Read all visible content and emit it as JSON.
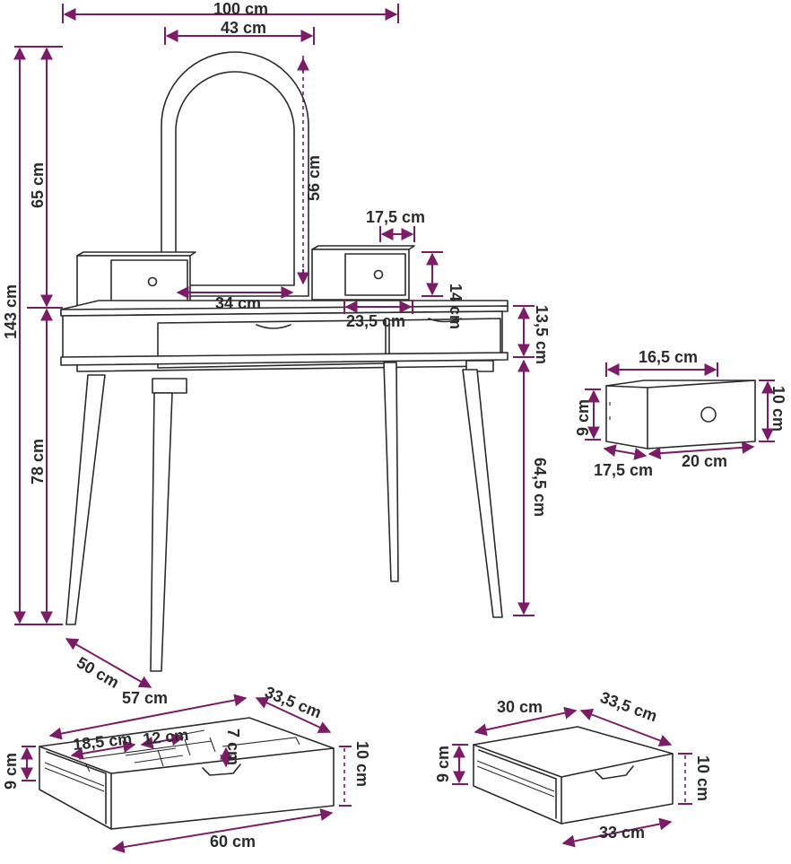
{
  "figure": {
    "colors": {
      "dimension_line": "#7a1c66",
      "outline": "#2b2b2b",
      "label": "#2b2b2b"
    },
    "labels": {
      "total_width": "100 cm",
      "mirror_width": "43 cm",
      "mirror_inner_width": "34 cm",
      "mirror_height": "56 cm",
      "top_height": "65 cm",
      "total_height": "143 cm",
      "table_height": "78 cm",
      "leg_height": "64,5 cm",
      "depth": "50 cm",
      "small_drawer_front_width": "17,5 cm",
      "small_drawer_height": "14 cm",
      "small_drawer_gap": "23,5 cm",
      "apron_height": "13,5 cm",
      "detail_inner_width": "16,5 cm",
      "detail_inner_height": "9 cm",
      "detail_outer_height": "10 cm",
      "detail_front_width": "17,5 cm",
      "detail_depth": "20 cm",
      "big_drawer_inner_width": "57 cm",
      "big_drawer_inner_depth": "33,5 cm",
      "big_drawer_compartment": "18,5 cm",
      "big_drawer_compartment_depth": "12 cm",
      "big_drawer_divider_height": "7 cm",
      "big_drawer_inner_height": "9 cm",
      "big_drawer_outer_height": "10 cm",
      "big_drawer_outer_width": "60 cm",
      "right_drawer_inner_width": "30 cm",
      "right_drawer_inner_depth": "33,5 cm",
      "right_drawer_inner_height": "9 cm",
      "right_drawer_outer_height": "10 cm",
      "right_drawer_outer_width": "33 cm"
    }
  }
}
